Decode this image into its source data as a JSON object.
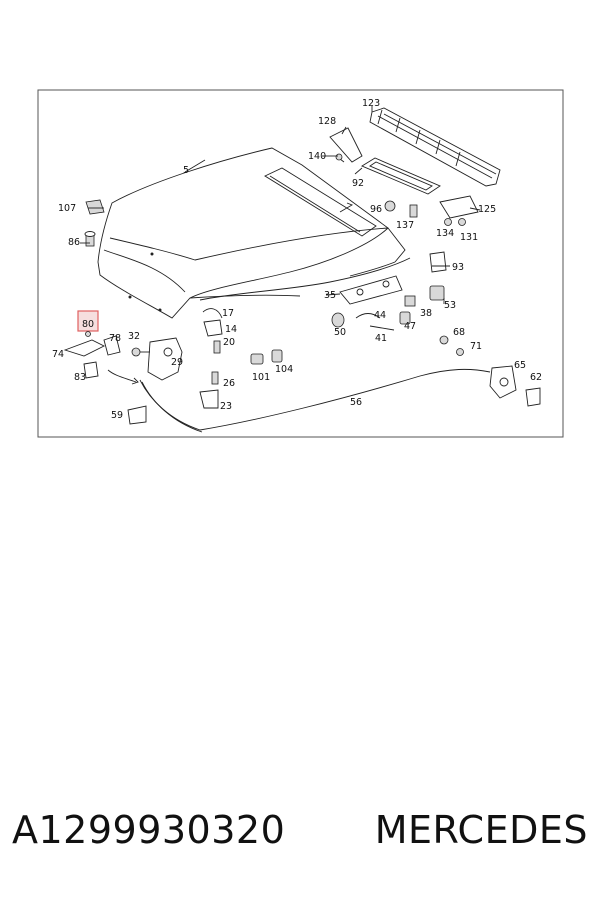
{
  "diagram": {
    "callouts": {
      "p5": "5",
      "p107": "107",
      "p86": "86",
      "p80": "80",
      "p78": "78",
      "p32": "32",
      "p74": "74",
      "p83": "83",
      "p59": "59",
      "p29": "29",
      "p17": "17",
      "p14": "14",
      "p20": "20",
      "p26": "26",
      "p23": "23",
      "p101": "101",
      "p104": "104",
      "p123": "123",
      "p128": "128",
      "p140": "140",
      "p92": "92",
      "p96": "96",
      "p137": "137",
      "p125": "125",
      "p134": "134",
      "p131": "131",
      "p93": "93",
      "p35": "35",
      "p53": "53",
      "p44": "44",
      "p38": "38",
      "p50": "50",
      "p41": "41",
      "p47": "47",
      "p68": "68",
      "p71": "71",
      "p65": "65",
      "p62": "62",
      "p56": "56"
    },
    "highlighted_callout": "80",
    "highlight_color": "#e06060"
  },
  "caption": {
    "part_number": "A1299930320",
    "brand": "MERCEDES"
  }
}
